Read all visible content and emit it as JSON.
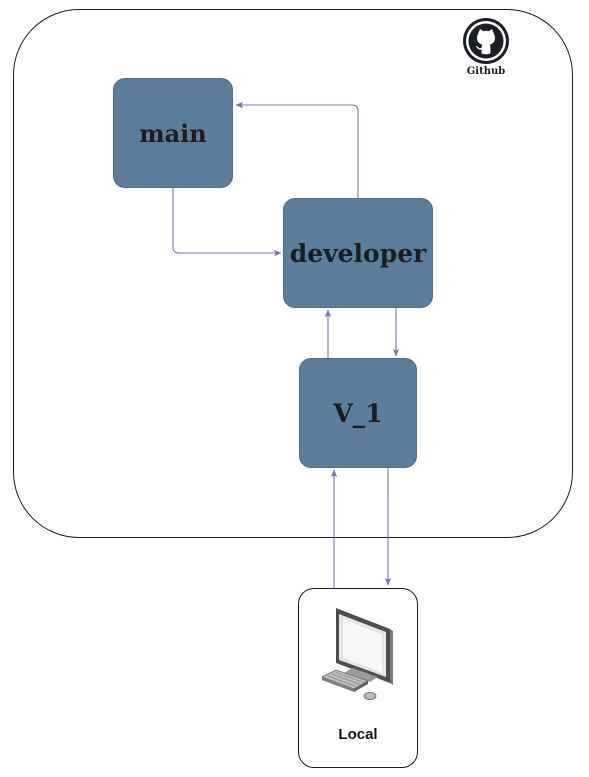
{
  "github": {
    "label": "Github",
    "icon": "github-icon"
  },
  "nodes": {
    "main": "main",
    "developer": "developer",
    "v1": "V_1"
  },
  "local": {
    "label": "Local",
    "icon": "desktop-computer-icon"
  },
  "colors": {
    "node_fill": "#5d7e9b",
    "edge": "#7a72a8",
    "border": "#1a1a1a"
  }
}
